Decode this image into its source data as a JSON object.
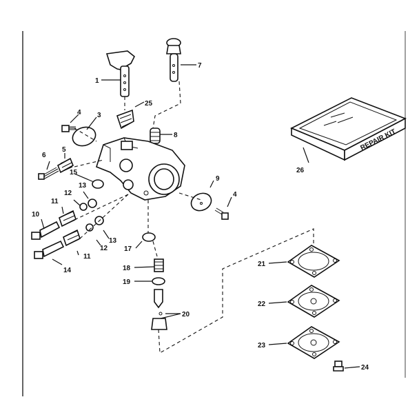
{
  "callouts": [
    {
      "key": "c1",
      "text": "1"
    },
    {
      "key": "c7",
      "text": "7"
    },
    {
      "key": "c25",
      "text": "25"
    },
    {
      "key": "c4a",
      "text": "4"
    },
    {
      "key": "c3",
      "text": "3"
    },
    {
      "key": "c8",
      "text": "8"
    },
    {
      "key": "c6",
      "text": "6"
    },
    {
      "key": "c5",
      "text": "5"
    },
    {
      "key": "c15",
      "text": "15"
    },
    {
      "key": "c12a",
      "text": "12"
    },
    {
      "key": "c13a",
      "text": "13"
    },
    {
      "key": "c11a",
      "text": "11"
    },
    {
      "key": "c10",
      "text": "10"
    },
    {
      "key": "c12b",
      "text": "12"
    },
    {
      "key": "c13b",
      "text": "13"
    },
    {
      "key": "c11b",
      "text": "11"
    },
    {
      "key": "c14",
      "text": "14"
    },
    {
      "key": "c9",
      "text": "9"
    },
    {
      "key": "c4b",
      "text": "4"
    },
    {
      "key": "c17",
      "text": "17"
    },
    {
      "key": "c18",
      "text": "18"
    },
    {
      "key": "c19",
      "text": "19"
    },
    {
      "key": "c20",
      "text": "20"
    },
    {
      "key": "c26",
      "text": "26"
    },
    {
      "key": "c21",
      "text": "21"
    },
    {
      "key": "c22",
      "text": "22"
    },
    {
      "key": "c23",
      "text": "23"
    },
    {
      "key": "c24",
      "text": "24"
    }
  ],
  "repair_kit": {
    "label": "REPAIR KIT"
  }
}
